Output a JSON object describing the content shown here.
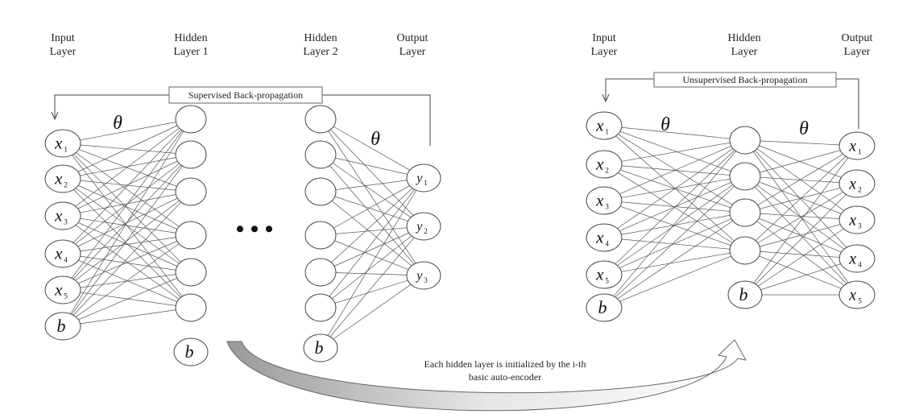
{
  "left": {
    "headers": {
      "input": [
        "Input",
        "Layer"
      ],
      "hidden1": [
        "Hidden",
        "Layer 1"
      ],
      "hidden2": [
        "Hidden",
        "Layer 2"
      ],
      "output": [
        "Output",
        "Layer"
      ]
    },
    "backprop_label": "Supervised Back-propagation",
    "theta": "θ",
    "ellipsis": "• • •",
    "input_nodes": [
      {
        "var": "x",
        "sub": "1"
      },
      {
        "var": "x",
        "sub": "2"
      },
      {
        "var": "x",
        "sub": "3"
      },
      {
        "var": "x",
        "sub": "4"
      },
      {
        "var": "x",
        "sub": "5"
      }
    ],
    "bias": "b",
    "output_nodes": [
      {
        "var": "y",
        "sub": "1"
      },
      {
        "var": "y",
        "sub": "2"
      },
      {
        "var": "y",
        "sub": "3"
      }
    ]
  },
  "right": {
    "headers": {
      "input": [
        "Input",
        "Layer"
      ],
      "hidden": [
        "Hidden",
        "Layer"
      ],
      "output": [
        "Output",
        "Layer"
      ]
    },
    "backprop_label": "Unsupervised Back-propagation",
    "theta": "θ",
    "input_nodes": [
      {
        "var": "x",
        "sub": "1"
      },
      {
        "var": "x",
        "sub": "2"
      },
      {
        "var": "x",
        "sub": "3"
      },
      {
        "var": "x",
        "sub": "4"
      },
      {
        "var": "x",
        "sub": "5"
      }
    ],
    "bias": "b",
    "output_nodes": [
      {
        "var": "x",
        "sub": "1"
      },
      {
        "var": "x",
        "sub": "2"
      },
      {
        "var": "x",
        "sub": "3"
      },
      {
        "var": "x",
        "sub": "4"
      },
      {
        "var": "x",
        "sub": "5"
      }
    ]
  },
  "caption": [
    "Each hidden layer is initialized by the i-th",
    "basic auto-encoder"
  ]
}
